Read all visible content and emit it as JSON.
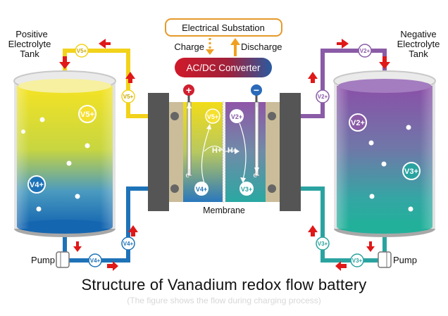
{
  "title": "Structure of Vanadium redox flow battery",
  "subtitle": "(The figure shows the flow during charging process)",
  "substation": "Electrical Substation",
  "converter": "AC/DC Converter",
  "charge": "Charge",
  "discharge": "Discharge",
  "left_tank": {
    "line1": "Positive",
    "line2": "Electrolyte",
    "line3": "Tank"
  },
  "right_tank": {
    "line1": "Negative",
    "line2": "Electrolyte",
    "line3": "Tank"
  },
  "membrane": "Membrane",
  "pump_left": "Pump",
  "pump_right": "Pump",
  "terminal_plus": "+",
  "terminal_minus": "−",
  "ions": {
    "v5": "V5+",
    "v4": "V4+",
    "v2": "V2+",
    "v3": "V3+",
    "h": "H+",
    "e": "e-"
  },
  "colors": {
    "positive_yellow": "#f2d21a",
    "positive_blue": "#1e73b8",
    "negative_purple": "#8a5ba6",
    "negative_teal": "#2aa3a0",
    "converter_red": "#c4162a",
    "converter_blue": "#2a5fa0",
    "substation_border": "#e59a2a",
    "arrow_red": "#e01818",
    "arrow_orange": "#f0a020"
  }
}
